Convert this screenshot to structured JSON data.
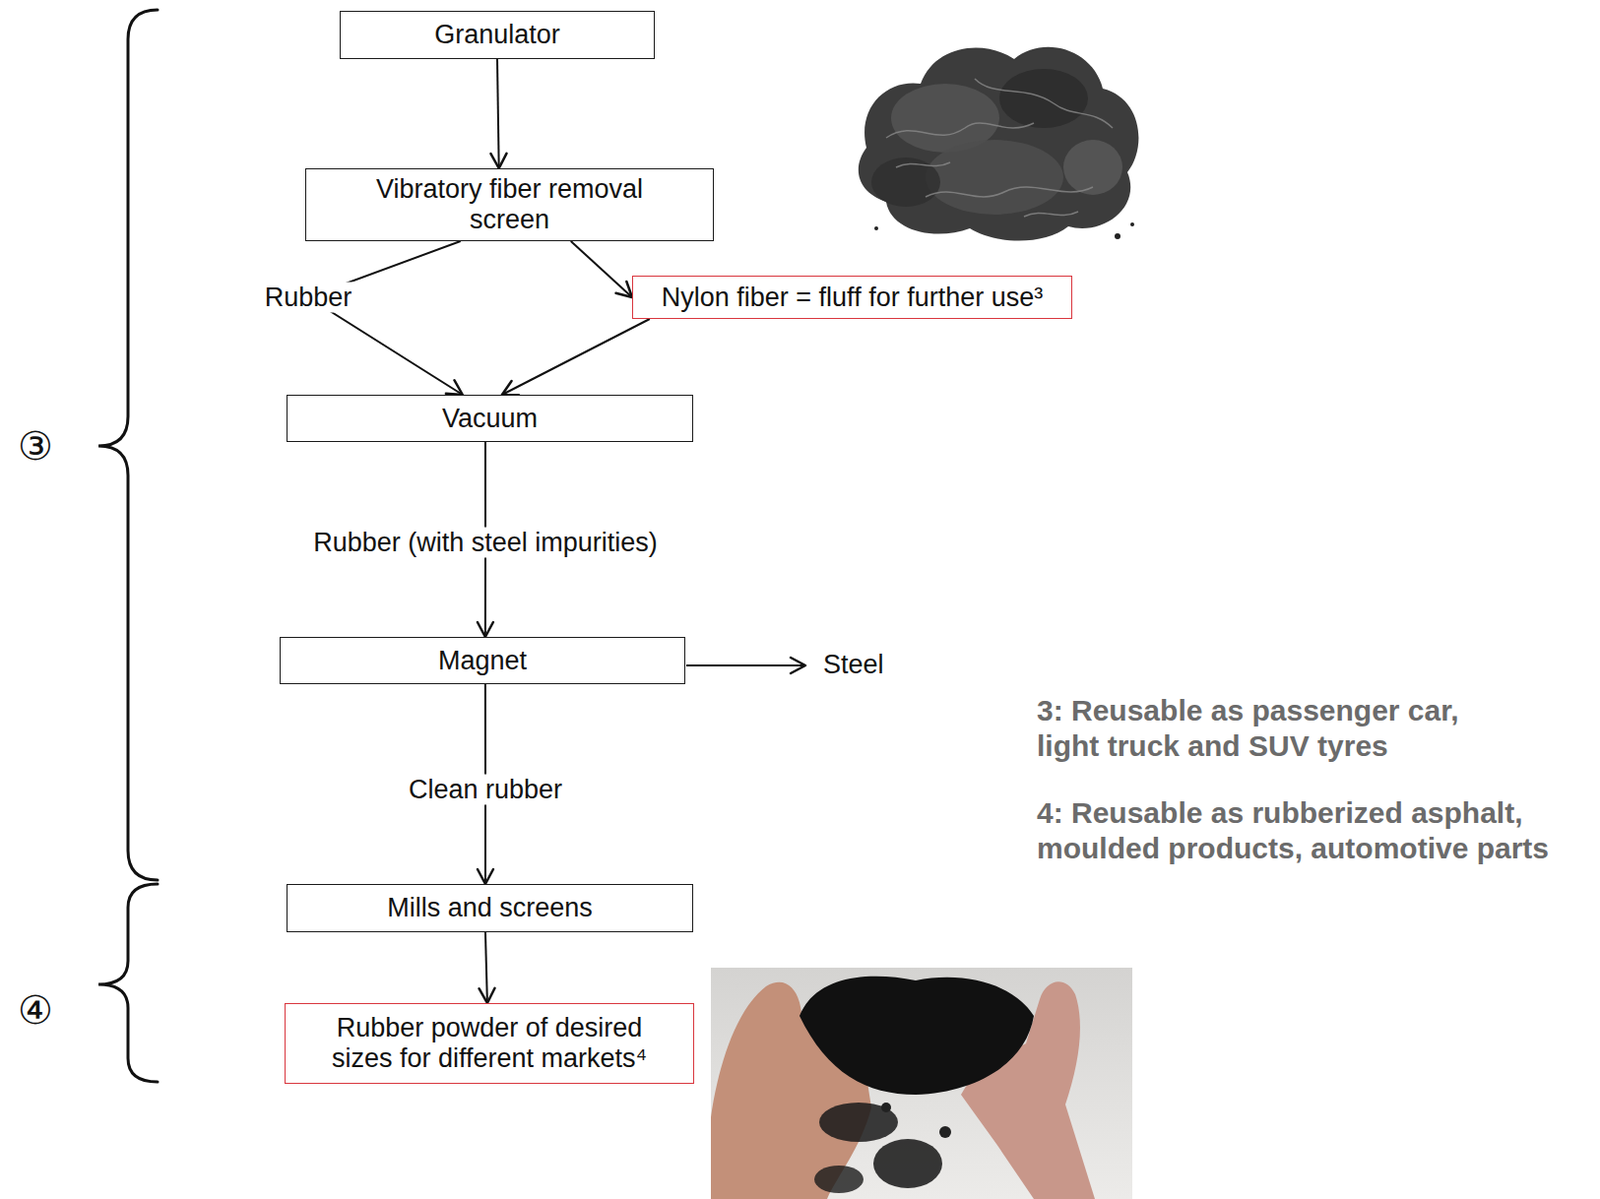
{
  "diagram": {
    "nodes": [
      {
        "text": [
          "Granulator"
        ]
      },
      {
        "text": [
          "Vibratory fiber removal screen"
        ]
      },
      {
        "text": [
          "Nylon fiber = fluff for further use³"
        ]
      },
      {
        "text": [
          "Vacuum"
        ]
      },
      {
        "text": [
          "Magnet"
        ]
      },
      {
        "text": [
          "Mills and screens"
        ]
      },
      {
        "text": [
          "Rubber powder of desired sizes for different markets⁴"
        ]
      }
    ],
    "edges": [
      {
        "from": 0,
        "to": 1,
        "arrow": "to"
      },
      {
        "from": 1,
        "to": 2,
        "arrow": "to"
      },
      {
        "from": 1,
        "to": 3,
        "label": "Rubber",
        "arrow": "to"
      },
      {
        "from": 2,
        "to": 3,
        "arrow": "to"
      },
      {
        "from": 3,
        "to": 4,
        "label": "Rubber (with steel impurities)",
        "arrow": "to"
      },
      {
        "from": 4,
        "to": 5,
        "label": "Clean rubber",
        "arrow": "to"
      },
      {
        "from": 5,
        "to": 6,
        "arrow": "to"
      }
    ],
    "labels": [
      "③",
      "④",
      "Steel",
      "3: Reusable as passenger car, light truck and SUV tyres",
      "4: Reusable as rubberized asphalt, moulded products, automotive parts"
    ]
  }
}
